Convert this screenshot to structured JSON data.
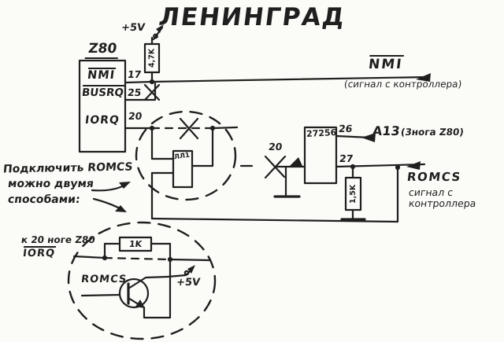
{
  "colors": {
    "ink": "#1f1f1f",
    "paper": "#fbfbf8"
  },
  "title": "ЛЕНИНГРАД",
  "z80": {
    "label": "Z80",
    "pins": {
      "nmi": {
        "label": "NMI",
        "number": "17"
      },
      "busrq": {
        "label": "BUSRQ",
        "number": "25"
      },
      "iorq": {
        "label": "IORQ",
        "number": "20"
      }
    }
  },
  "top_power": {
    "label": "+5V",
    "resistor_value": "4,7K"
  },
  "nmi_signal": {
    "label": "NMI",
    "caption": "(сигнал с контроллера)"
  },
  "gate": {
    "label": "ЛЛ1"
  },
  "rom": {
    "label": "27256",
    "pin_ce": "20",
    "pin_a13": "26",
    "pin_oe": "27"
  },
  "a13_signal": {
    "label": "A13",
    "note": "(3нога Z80)"
  },
  "romcs_signal": {
    "label": "ROMCS",
    "caption1": "сигнал с",
    "caption2": "контроллера"
  },
  "pullup_resistor": "1,5K",
  "note": {
    "line1": "Подключить ROMCS",
    "line2": "можно двумя",
    "line3": "способами:"
  },
  "alt_circuit": {
    "to_pin": "к 20 ноге Z80",
    "signal": "IORQ",
    "resistor": "1K",
    "romcs": "ROMCS",
    "power": "+5V"
  }
}
